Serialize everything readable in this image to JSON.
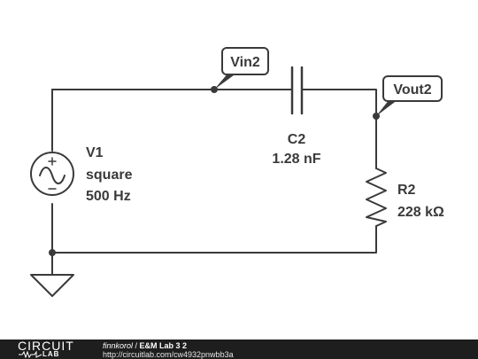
{
  "components": {
    "source": {
      "name": "V1",
      "type": "square",
      "freq": "500 Hz"
    },
    "capacitor": {
      "name": "C2",
      "value": "1.28 nF"
    },
    "resistor": {
      "name": "R2",
      "value": "228 kΩ"
    }
  },
  "probes": {
    "in": "Vin2",
    "out": "Vout2"
  },
  "footer": {
    "logo_top": "CIRCUIT",
    "logo_bottom": "LAB",
    "author": "finnkorol",
    "separator": " / ",
    "title": "E&M Lab 3 2",
    "url": "http://circuitlab.com/cw4932pnwbb3a"
  },
  "colors": {
    "wire": "#3a3a3a",
    "footer_bg": "#1e1e1e"
  }
}
